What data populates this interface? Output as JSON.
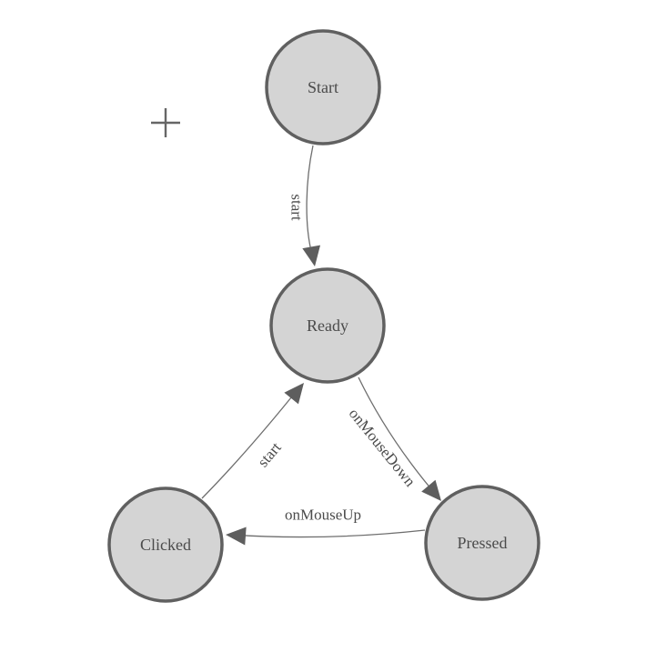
{
  "diagram": {
    "type": "state-machine",
    "nodes": [
      {
        "id": "start",
        "label": "Start"
      },
      {
        "id": "ready",
        "label": "Ready"
      },
      {
        "id": "clicked",
        "label": "Clicked"
      },
      {
        "id": "pressed",
        "label": "Pressed"
      }
    ],
    "edges": [
      {
        "from": "Start",
        "to": "Ready",
        "label": "start"
      },
      {
        "from": "Clicked",
        "to": "Ready",
        "label": "start"
      },
      {
        "from": "Ready",
        "to": "Pressed",
        "label": "onMouseDown"
      },
      {
        "from": "Pressed",
        "to": "Clicked",
        "label": "onMouseUp"
      }
    ],
    "icons": {
      "crosshair": "plus-crosshair"
    },
    "colors": {
      "background": "#ffffff",
      "node_fill": "#d4d4d4",
      "node_stroke": "#606060",
      "edge_stroke": "#6e6e6e",
      "arrow_fill": "#5e5e5e",
      "label_text": "#4b4b4b",
      "crosshair": "#666666"
    }
  }
}
